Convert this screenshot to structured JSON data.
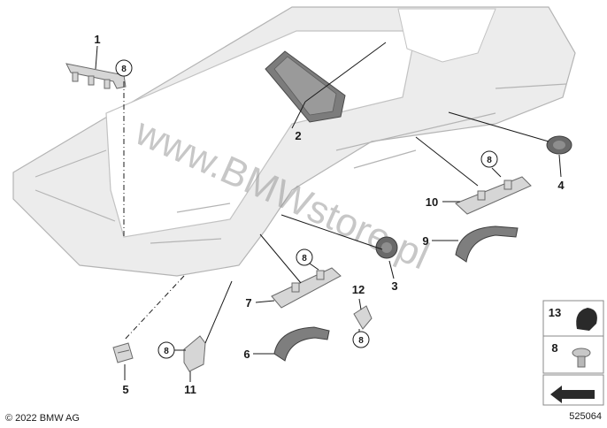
{
  "callouts": {
    "c1": "1",
    "c2": "2",
    "c3": "3",
    "c4": "4",
    "c5": "5",
    "c6": "6",
    "c7": "7",
    "c8": "8",
    "c9": "9",
    "c10": "10",
    "c11": "11",
    "c12": "12",
    "c13": "13"
  },
  "legend": {
    "item13": "13",
    "item8": "8"
  },
  "footer": {
    "copyright": "© 2022 BMW AG",
    "diagram_number": "525064"
  },
  "watermark": "www.BMWstore.pl",
  "colors": {
    "headliner": "#ececec",
    "headliner_edge": "#b4b4b4",
    "parts": "#d6d6d6",
    "lines": "#1a1a1a"
  }
}
